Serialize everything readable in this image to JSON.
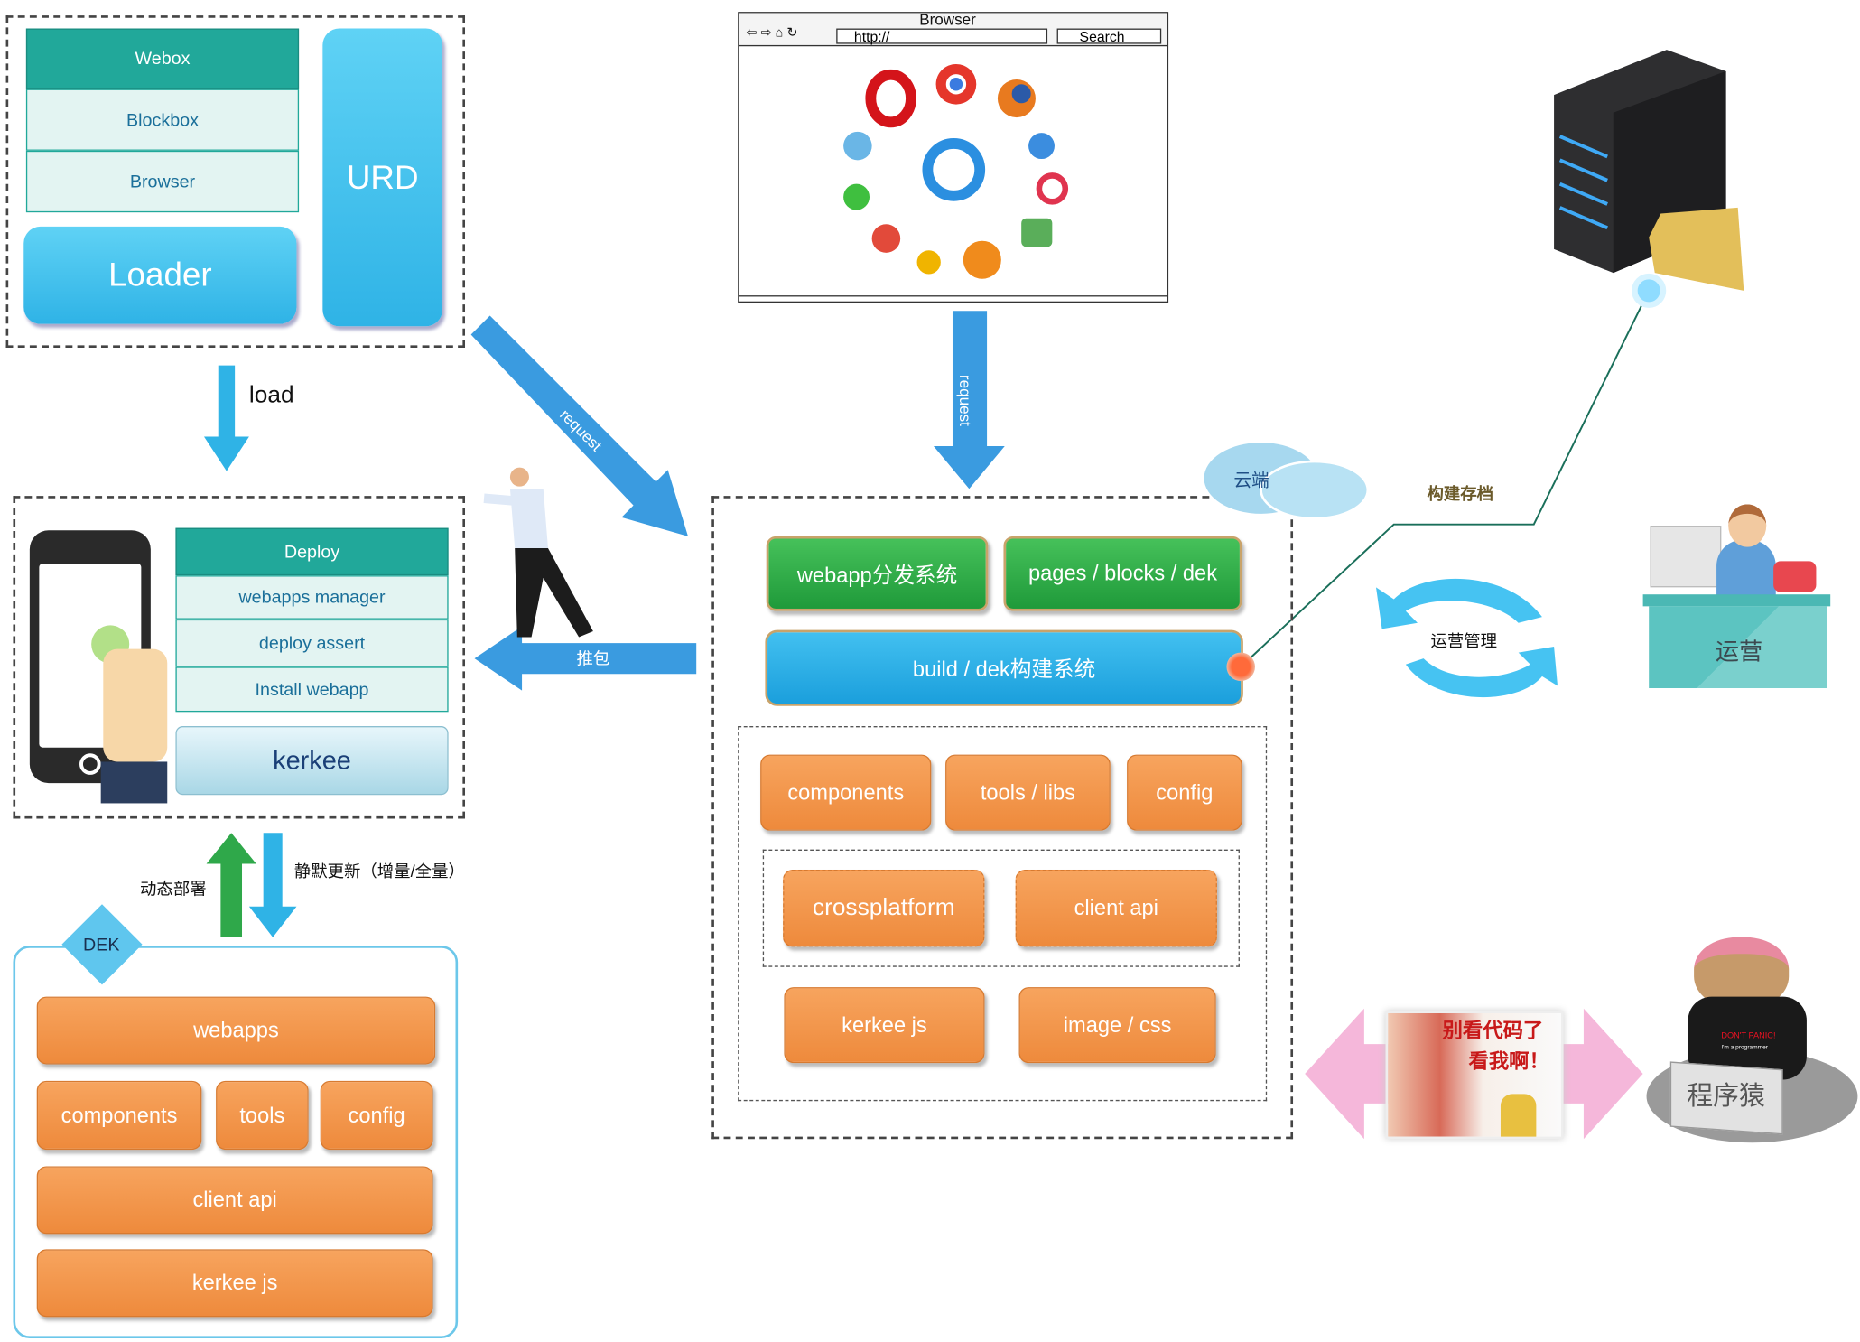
{
  "top_left_stack": {
    "webox": "Webox",
    "blockbox": "Blockbox",
    "browser": "Browser",
    "loader": "Loader",
    "urd": "URD"
  },
  "load_label": "load",
  "request_label": "request",
  "browser_window": {
    "title": "Browser",
    "address": "http://",
    "search": "Search"
  },
  "device_stack": {
    "deploy": "Deploy",
    "webapps_manager": "webapps manager",
    "deploy_assert": "deploy assert",
    "install_webapp": "Install webapp",
    "kerkee": "kerkee"
  },
  "push_label": "推包",
  "dynamic_deploy_label": "动态部署",
  "silent_update_label": "静默更新（增量/全量）",
  "dek": {
    "badge": "DEK",
    "webapps": "webapps",
    "components": "components",
    "tools": "tools",
    "config": "config",
    "client_api": "client api",
    "kerkee_js": "kerkee js"
  },
  "cloud_system": {
    "cloud_label": "云端",
    "webapp_dist": "webapp分发系统",
    "pages_blocks": "pages / blocks / dek",
    "build": "build / dek构建系统",
    "components": "components",
    "tools_libs": "tools / libs",
    "config": "config",
    "crossplatform": "crossplatform",
    "client_api": "client api",
    "kerkee_js": "kerkee js",
    "image_css": "image / css"
  },
  "archive_label": "构建存档",
  "ops_manage_label": "运营管理",
  "ops_desk_label": "运营",
  "comic": {
    "line1": "别看代码了",
    "line2": "看我啊！"
  },
  "monkey": {
    "sign": "程序猿",
    "shirt": "DON'T PANIC!",
    "shirt_sub": "I'm a programmer"
  },
  "colors": {
    "teal": "#21a89a",
    "blue": "#2fb3e6",
    "orange": "#ee8a3c",
    "green": "#1f9a3a",
    "arrow_blue": "#3a9be0"
  }
}
